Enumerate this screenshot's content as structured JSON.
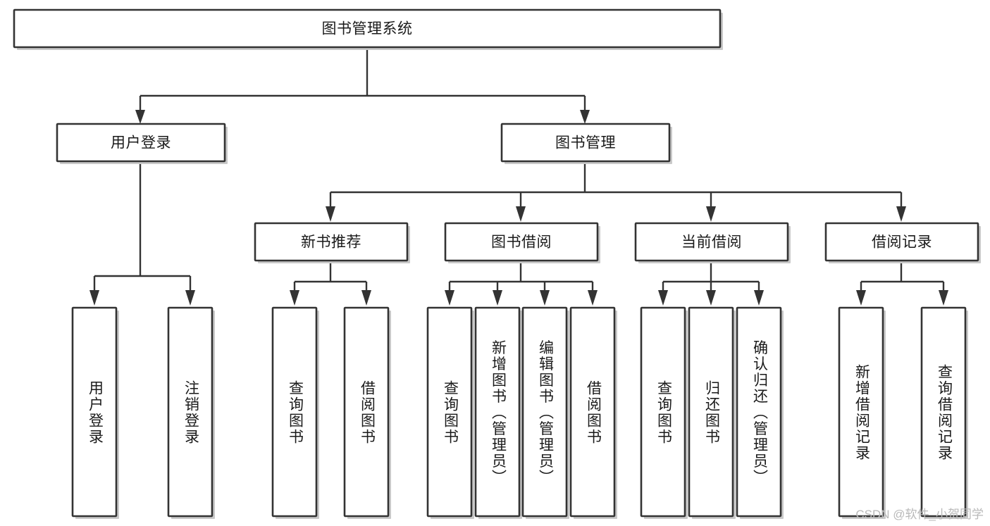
{
  "diagram": {
    "type": "tree-hierarchy-flowchart",
    "title_node": "图书管理系统",
    "orientation": "top-down",
    "background_color": "#ffffff",
    "box_fill": "#ffffff",
    "box_stroke": "#333333",
    "text_color": "#1a1a1a",
    "levels": 4,
    "nodes": {
      "root": {
        "label": "图书管理系统",
        "level": 0
      },
      "l1": [
        {
          "id": "user_login",
          "label": "用户登录",
          "level": 1
        },
        {
          "id": "book_manage",
          "label": "图书管理",
          "level": 1
        }
      ],
      "l2": [
        {
          "id": "new_book_rec",
          "label": "新书推荐",
          "level": 2,
          "parent": "book_manage"
        },
        {
          "id": "book_borrow",
          "label": "图书借阅",
          "level": 2,
          "parent": "book_manage"
        },
        {
          "id": "current_borrow",
          "label": "当前借阅",
          "level": 2,
          "parent": "book_manage"
        },
        {
          "id": "borrow_record",
          "label": "借阅记录",
          "level": 2,
          "parent": "book_manage"
        }
      ],
      "leaves": {
        "user_login": [
          {
            "id": "leaf_user_login",
            "label": "用户登录"
          },
          {
            "id": "leaf_user_logout",
            "label": "注销登录"
          }
        ],
        "new_book_rec": [
          {
            "id": "leaf_query_book_1",
            "label": "查询图书"
          },
          {
            "id": "leaf_borrow_book_1",
            "label": "借阅图书"
          }
        ],
        "book_borrow": [
          {
            "id": "leaf_query_book_2",
            "label": "查询图书"
          },
          {
            "id": "leaf_add_book",
            "label": "新增图书（管理员）"
          },
          {
            "id": "leaf_edit_book",
            "label": "编辑图书（管理员）"
          },
          {
            "id": "leaf_borrow_book_2",
            "label": "借阅图书"
          }
        ],
        "current_borrow": [
          {
            "id": "leaf_query_book_3",
            "label": "查询图书"
          },
          {
            "id": "leaf_return_book",
            "label": "归还图书"
          },
          {
            "id": "leaf_confirm_return",
            "label": "确认归还（管理员）"
          }
        ],
        "borrow_record": [
          {
            "id": "leaf_add_record",
            "label": "新增借阅记录"
          },
          {
            "id": "leaf_query_record",
            "label": "查询借阅记录"
          }
        ]
      }
    }
  },
  "watermark": {
    "text": "CSDN @软件_小贺同学",
    "color": "#b9b9b9"
  }
}
